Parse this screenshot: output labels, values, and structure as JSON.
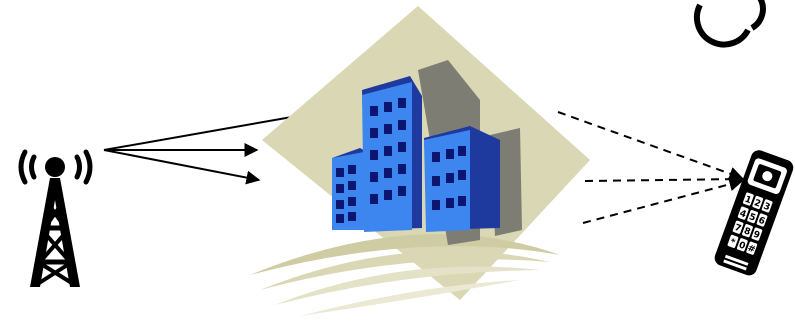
{
  "diagram": {
    "elements": [
      {
        "id": "tower",
        "icon": "radio-tower-icon"
      },
      {
        "id": "buildings",
        "icon": "office-buildings-icon"
      },
      {
        "id": "phone",
        "icon": "mobile-phone-icon"
      },
      {
        "id": "partial-circle",
        "icon": "circle-outline-icon"
      }
    ],
    "signals": [
      {
        "from": "tower",
        "to": "buildings",
        "style": "solid",
        "count": 3
      },
      {
        "from": "buildings",
        "to": "phone",
        "style": "dashed",
        "count": 3
      }
    ],
    "phone_keypad": [
      "1",
      "2",
      "3",
      "4",
      "5",
      "6",
      "7",
      "8",
      "9",
      "*",
      "0",
      "#"
    ],
    "colors": {
      "background_diamond": "#d9d7b4",
      "building_front": "#3d86f0",
      "building_side": "#1f3a9e",
      "building_shadow": "#4b5a78",
      "window": "#0a1670",
      "ink": "#000000"
    }
  }
}
